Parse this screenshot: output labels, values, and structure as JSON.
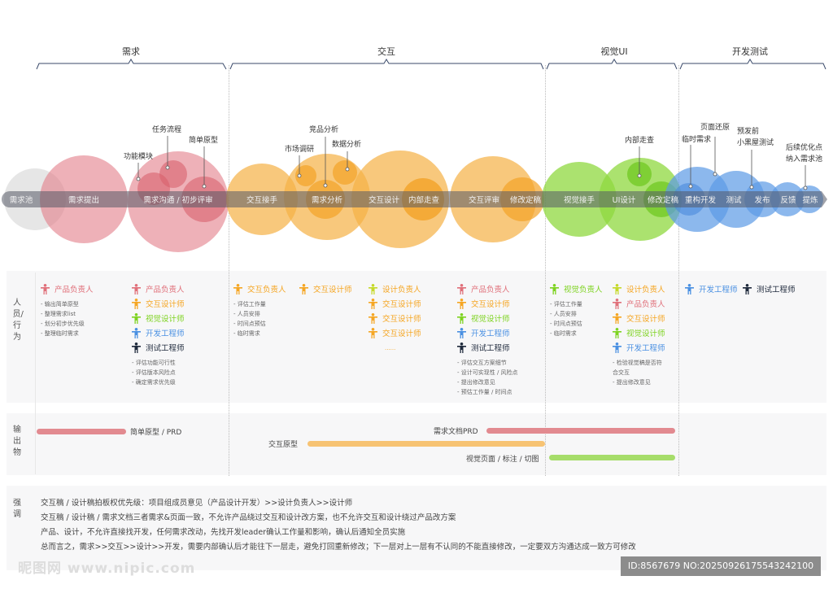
{
  "phases": [
    "需求",
    "交互",
    "视觉UI",
    "开发测试"
  ],
  "stages": [
    "需求池",
    "需求提出",
    "需求沟通 / 初步评审",
    "交互接手",
    "需求分析",
    "交互设计",
    "内部走查",
    "交互评审",
    "修改定稿",
    "视觉接手",
    "UI设计",
    "修改定稿",
    "重构开发",
    "测试",
    "发布",
    "反馈",
    "提炼"
  ],
  "callouts": {
    "c1": "功能模块",
    "c2": "任务流程",
    "c3": "简单原型",
    "c4": "竞品分析",
    "c5": "市场调研",
    "c6": "数据分析",
    "c7": "内部走查",
    "c8": "临时需求",
    "c9": "页面还原",
    "c10a": "预发前",
    "c10b": "小黑屋测试",
    "c11a": "后续优化点",
    "c11b": "纳入需求池"
  },
  "colors": {
    "product": "#e0707a",
    "interaction": "#f5a623",
    "visual": "#7ed321",
    "dev": "#4a90e2",
    "test": "#1f2a3c",
    "design_lead": "#c5d92a"
  },
  "people": {
    "label": "人员/行为",
    "columns": [
      {
        "roles": [
          {
            "name": "产品负责人",
            "c": "product"
          }
        ],
        "notes": [
          "- 输出简单原型",
          "- 整理需求list",
          "- 划分初步优先级",
          "- 整理临时需求"
        ]
      },
      {
        "roles": [
          {
            "name": "产品负责人",
            "c": "product"
          },
          {
            "name": "交互设计师",
            "c": "interaction"
          },
          {
            "name": "视觉设计师",
            "c": "visual"
          },
          {
            "name": "开发工程师",
            "c": "dev"
          },
          {
            "name": "测试工程师",
            "c": "test"
          }
        ],
        "notes": [
          "- 评估功能可行性",
          "- 评估版本风险点",
          "- 确定需求优先级"
        ]
      },
      {
        "roles": [
          {
            "name": "交互负责人",
            "c": "interaction"
          }
        ],
        "notes": [
          "- 评估工作量",
          "- 人员安排",
          "- 时间点预估",
          "- 临时需求"
        ]
      },
      {
        "roles": [
          {
            "name": "交互设计师",
            "c": "interaction"
          }
        ],
        "notes": []
      },
      {
        "roles": [
          {
            "name": "设计负责人",
            "c": "design_lead",
            "tc": "interaction"
          },
          {
            "name": "交互设计师",
            "c": "interaction"
          },
          {
            "name": "交互设计师",
            "c": "interaction"
          },
          {
            "name": "交互设计师",
            "c": "interaction"
          }
        ],
        "notes": [
          "......"
        ]
      },
      {
        "roles": [
          {
            "name": "产品负责人",
            "c": "product"
          },
          {
            "name": "交互设计师",
            "c": "interaction"
          },
          {
            "name": "视觉设计师",
            "c": "visual"
          },
          {
            "name": "开发工程师",
            "c": "dev"
          },
          {
            "name": "测试工程师",
            "c": "test"
          }
        ],
        "notes": [
          "- 评估交互方案细节",
          "- 设计可实现性 / 风险点",
          "- 提出修改意见",
          "- 预估工作量 / 时间点"
        ]
      },
      {
        "roles": [
          {
            "name": "视觉负责人",
            "c": "visual"
          }
        ],
        "notes": [
          "- 评估工作量",
          "- 人员安排",
          "- 时间点预估",
          "- 临时需求"
        ]
      },
      {
        "roles": [
          {
            "name": "设计负责人",
            "c": "design_lead",
            "tc": "interaction"
          },
          {
            "name": "产品负责人",
            "c": "product"
          },
          {
            "name": "交互设计师",
            "c": "interaction"
          },
          {
            "name": "视觉设计师",
            "c": "visual"
          },
          {
            "name": "开发工程师",
            "c": "dev"
          }
        ],
        "notes": [
          "- 检验视觉稿是否符",
          "合交互",
          "- 提出修改意见"
        ]
      },
      {
        "roles": [
          {
            "name": "开发工程师",
            "c": "dev"
          }
        ],
        "notes": []
      },
      {
        "roles": [
          {
            "name": "测试工程师",
            "c": "test"
          }
        ],
        "notes": []
      }
    ]
  },
  "outputs": {
    "label": "输出物",
    "items": [
      "简单原型 / PRD",
      "交互原型",
      "需求文档PRD",
      "视觉页面 / 标注 / 切图"
    ]
  },
  "emphasis": {
    "label": "强调",
    "lines": [
      "交互稿 / 设计稿拍板权优先级：项目组成员意见（产品设计开发）>>设计负责人>>设计师",
      "交互稿 / 设计稿 / 需求文档三者需求&页面一致，不允许产品绕过交互和设计改方案，也不允许交互和设计绕过产品改方案",
      "产品、设计，不允许直接找开发，任何需求改动，先找开发leader确认工作量和影响，确认后通知全员实施",
      "总而言之，需求>>交互>>设计>>开发，需要内部确认后才能往下一层走，避免打回重新修改；下一层对上一层有不认同的不能直接修改，一定要双方沟通达成一致方可修改"
    ]
  },
  "watermark": {
    "logo": "昵图网 www.nipic.com",
    "id": "ID:8567679 NO:20250926175543242100"
  }
}
